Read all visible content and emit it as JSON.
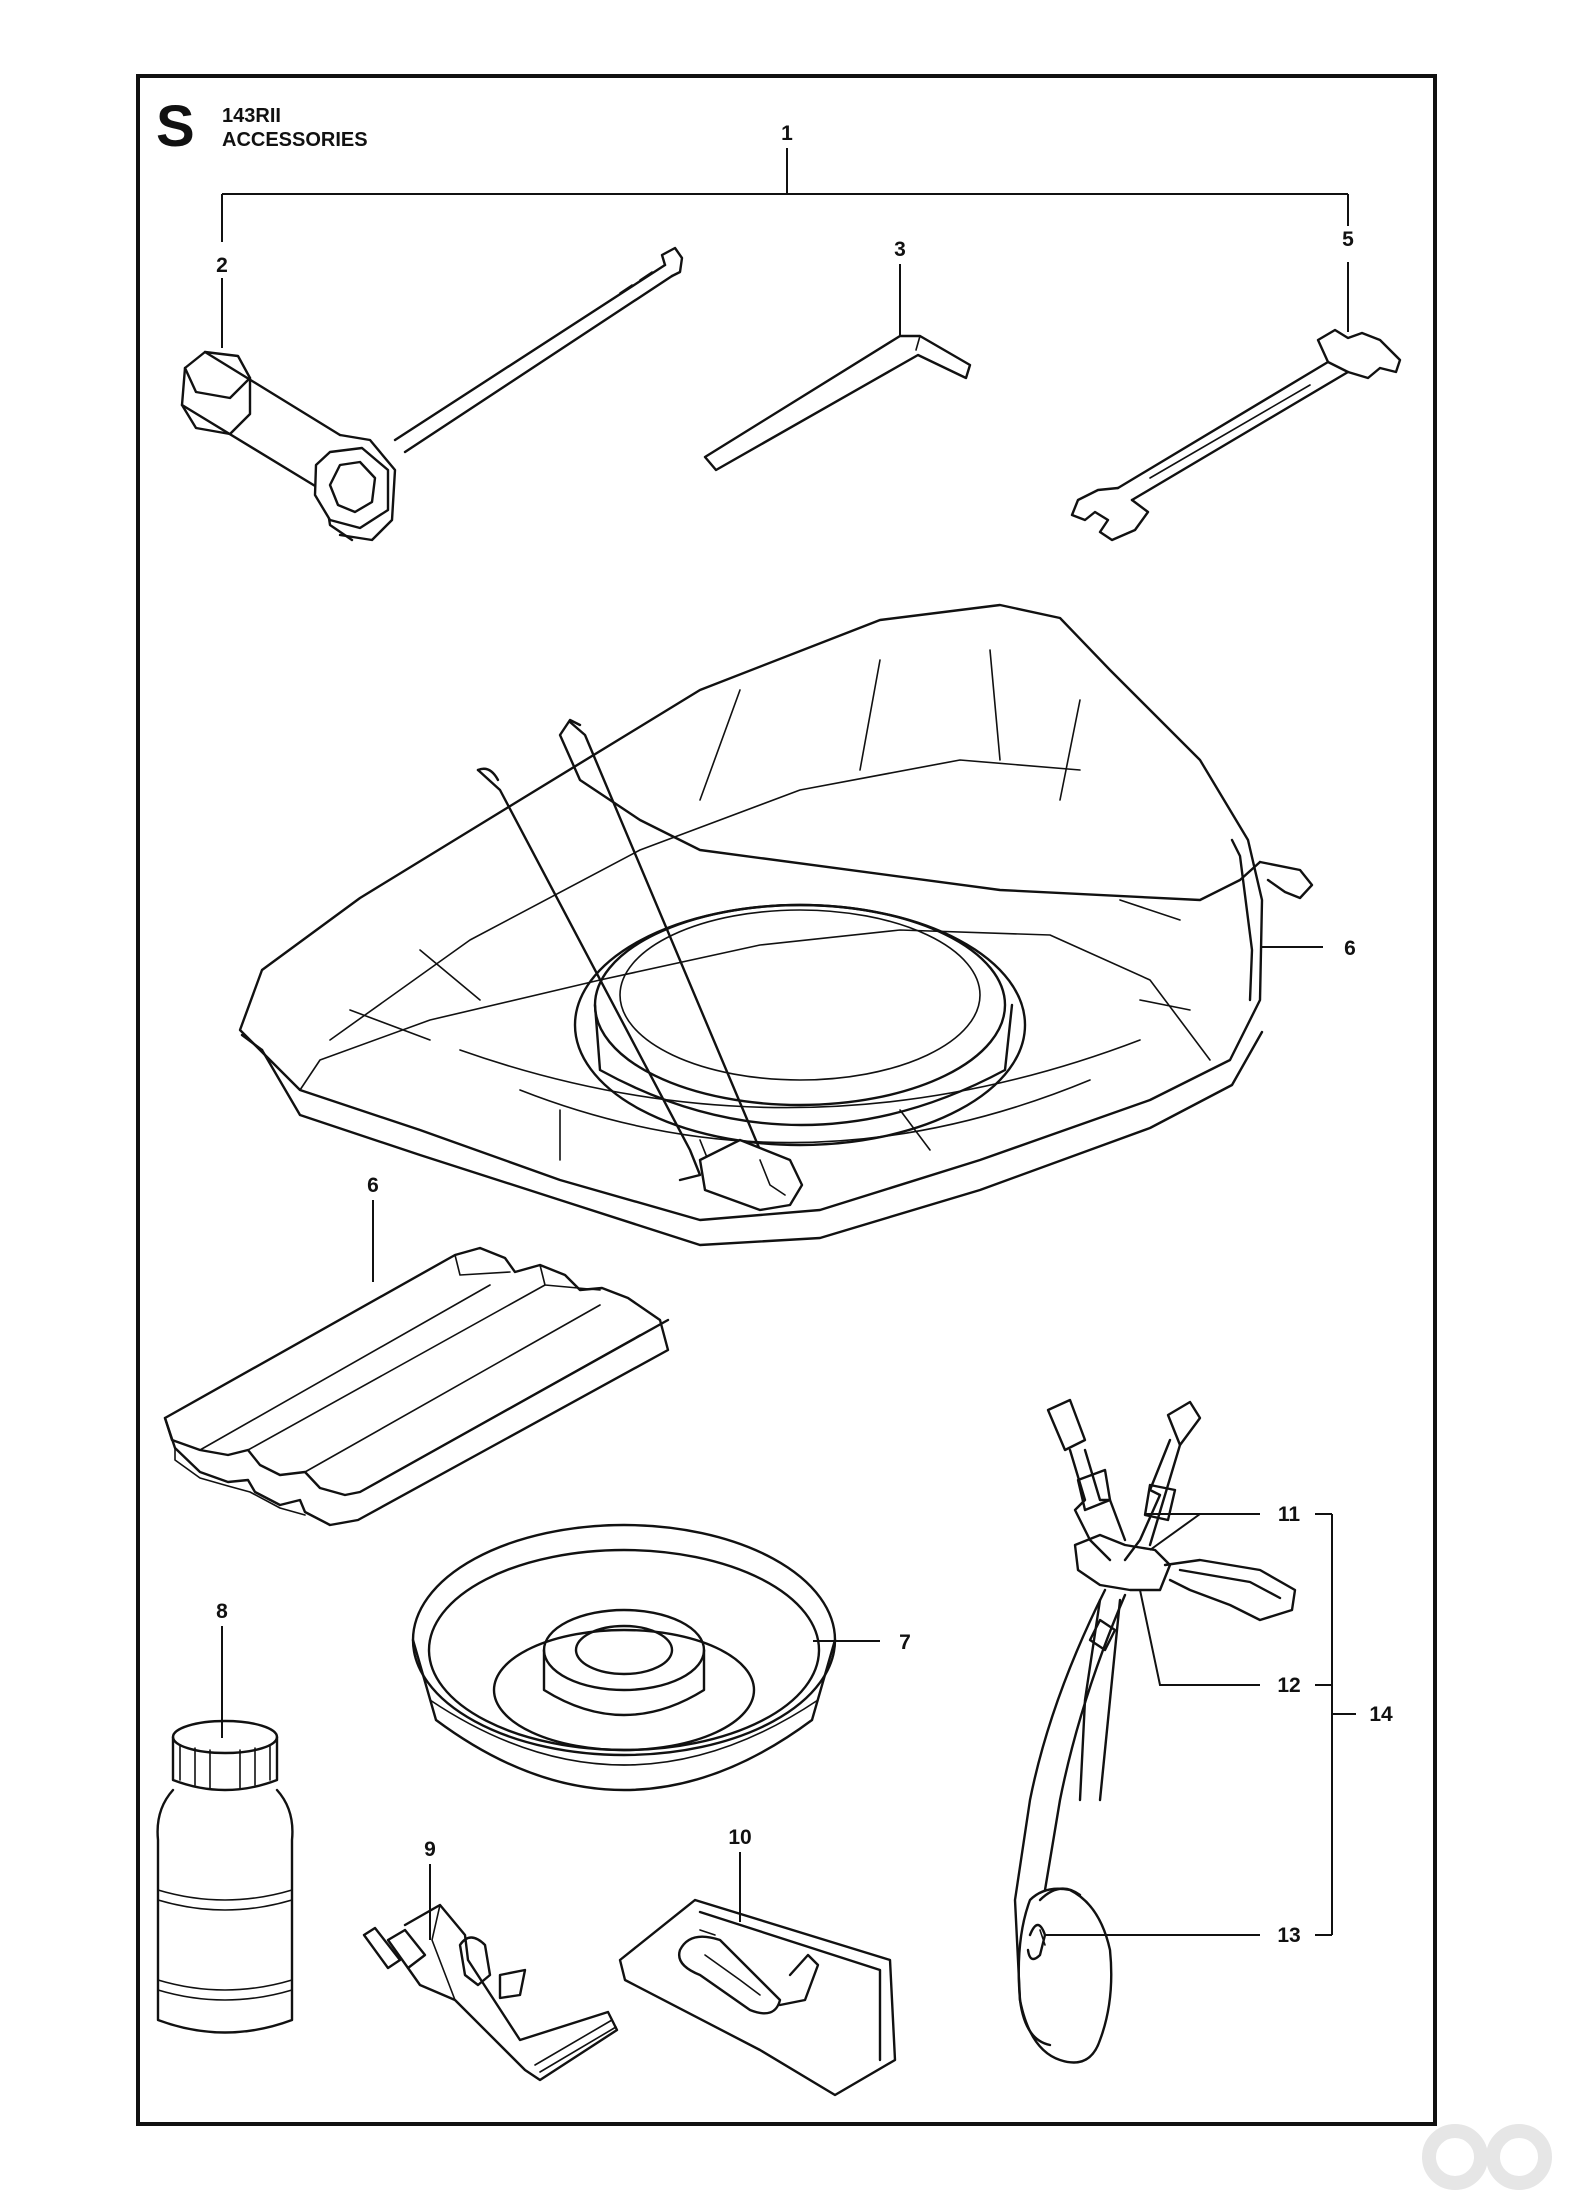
{
  "header": {
    "section": "S",
    "model": "143RII",
    "title": "ACCESSORIES"
  },
  "callouts": {
    "c1": "1",
    "c2": "2",
    "c3": "3",
    "c5": "5",
    "c6a": "6",
    "c6b": "6",
    "c7": "7",
    "c8": "8",
    "c9": "9",
    "c10": "10",
    "c11": "11",
    "c12": "12",
    "c13": "13",
    "c14": "14"
  },
  "watermark": {
    "icon": "brand-logo-icon"
  }
}
